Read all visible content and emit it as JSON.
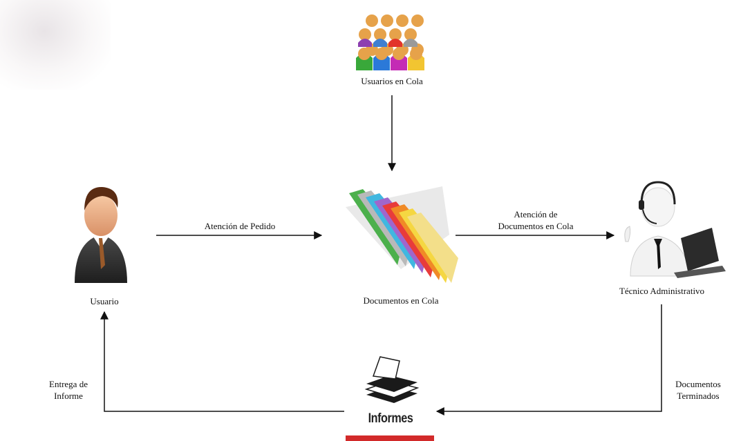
{
  "nodes": {
    "queue_users": {
      "label": "Usuarios en Cola"
    },
    "user": {
      "label": "Usuario"
    },
    "documents": {
      "label": "Documentos en Cola"
    },
    "technician": {
      "label": "Técnico Administrativo"
    },
    "reports": {
      "label": "Informes"
    }
  },
  "edges": {
    "order_attention": {
      "label": "Atención de Pedido"
    },
    "queue_attention": {
      "line1": "Atención de",
      "line2": "Documentos en Cola"
    },
    "report_delivery": {
      "line1": "Entrega de",
      "line2": "Informe"
    },
    "finished_docs": {
      "line1": "Documentos",
      "line2": "Terminados"
    }
  },
  "colors": {
    "accent": "#d22a2a",
    "arrow": "#111111"
  }
}
